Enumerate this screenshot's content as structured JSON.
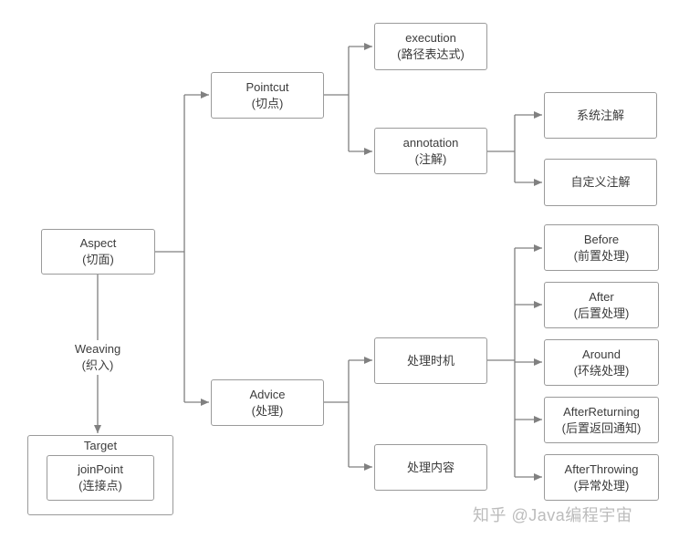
{
  "nodes": {
    "aspect": {
      "title": "Aspect",
      "subtitle": "(切面)"
    },
    "pointcut": {
      "title": "Pointcut",
      "subtitle": "(切点)"
    },
    "execution": {
      "title": "execution",
      "subtitle": "(路径表达式)"
    },
    "annotation": {
      "title": "annotation",
      "subtitle": "(注解)"
    },
    "system_annotation": {
      "title": "系统注解"
    },
    "custom_annotation": {
      "title": "自定义注解"
    },
    "advice": {
      "title": "Advice",
      "subtitle": "(处理)"
    },
    "advice_timing": {
      "title": "处理时机"
    },
    "advice_content": {
      "title": "处理内容"
    },
    "before": {
      "title": "Before",
      "subtitle": "(前置处理)"
    },
    "after": {
      "title": "After",
      "subtitle": "(后置处理)"
    },
    "around": {
      "title": "Around",
      "subtitle": "(环绕处理)"
    },
    "after_returning": {
      "title": "AfterReturning",
      "subtitle": "(后置返回通知)"
    },
    "after_throwing": {
      "title": "AfterThrowing",
      "subtitle": "(异常处理)"
    },
    "target": {
      "title": "Target"
    },
    "joinpoint": {
      "title": "joinPoint",
      "subtitle": "(连接点)"
    }
  },
  "edge_labels": {
    "weaving": {
      "title": "Weaving",
      "subtitle": "(织入)"
    }
  },
  "watermark": {
    "text": "知乎 @Java编程宇宙"
  },
  "colors": {
    "line": "#808080",
    "border": "#9a9a9a",
    "text": "#3c3c3c",
    "watermark": "#bcbcbc"
  }
}
